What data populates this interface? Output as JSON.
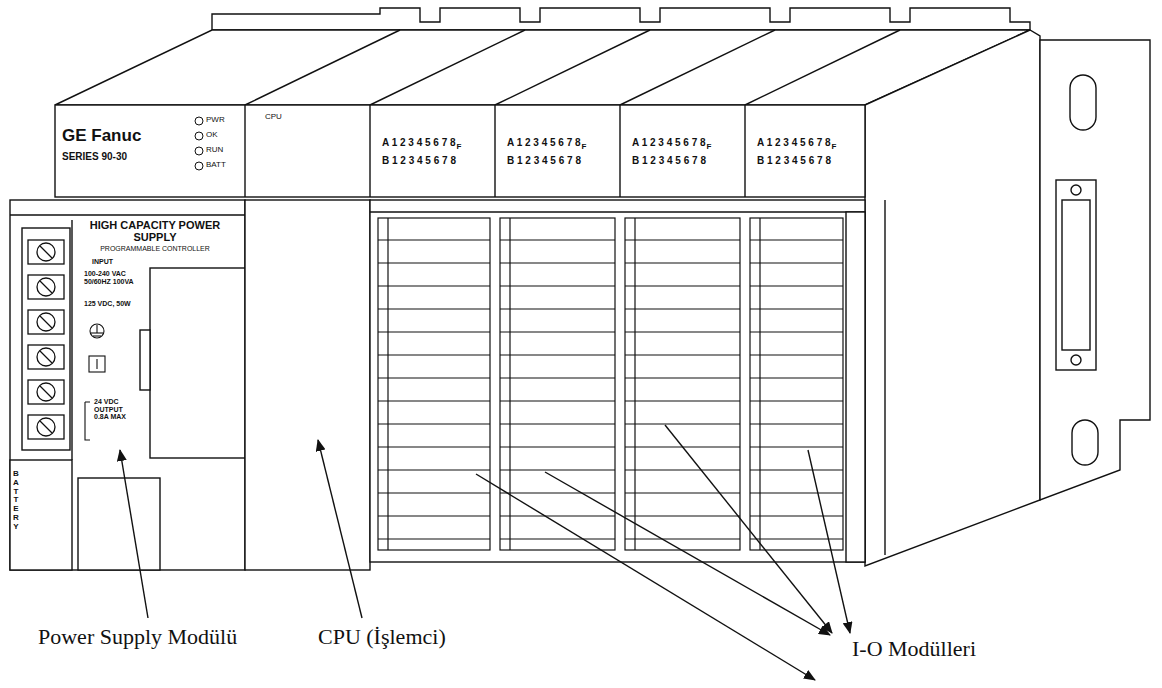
{
  "diagram": {
    "nodes": [
      {
        "text": [
          "GE Fanuc",
          "SERIES 90-30",
          "PWR",
          "OK",
          "RUN",
          "BATT",
          "HIGH CAPACITY POWER SUPPLY",
          "PROGRAMMABLE CONTROLLER",
          "INPUT",
          "100-240 VAC 50/60HZ 100VA",
          "125 VDC, 50W",
          "24 VDC OUTPUT 0.8A MAX",
          "BATTERY"
        ]
      },
      {
        "text": [
          "CPU"
        ]
      },
      {
        "text": [
          "A 1 2 3 4 5 6 7 8",
          "F",
          "B 1 2 3 4 5 6 7 8"
        ]
      },
      {
        "text": [
          "A 1 2 3 4 5 6 7 8",
          "F",
          "B 1 2 3 4 5 6 7 8"
        ]
      },
      {
        "text": [
          "A 1 2 3 4 5 6 7 8",
          "F",
          "B 1 2 3 4 5 6 7 8"
        ]
      },
      {
        "text": [
          "A 1 2 3 4 5 6 7 8",
          "F",
          "B 1 2 3 4 5 6 7 8"
        ]
      }
    ],
    "labels": [
      "Power Supply Modülü",
      "CPU (İşlemci)",
      "I-O Modülleri"
    ]
  }
}
